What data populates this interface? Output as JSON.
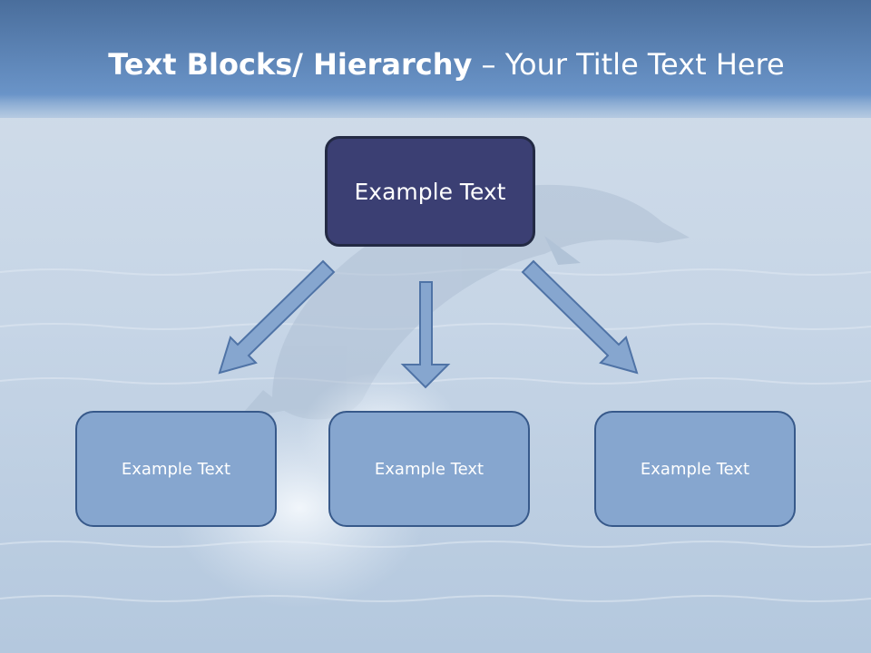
{
  "title": {
    "bold_part": "Text Blocks/ Hierarchy",
    "separator": " – ",
    "normal_part": "Your Title Text Here"
  },
  "hierarchy": {
    "root": {
      "label": "Example Text"
    },
    "children": [
      {
        "label": "Example Text"
      },
      {
        "label": "Example Text"
      },
      {
        "label": "Example Text"
      }
    ]
  },
  "colors": {
    "title_band": "#5d86b8",
    "root_fill": "#3b3f73",
    "child_fill": "#86a6cf",
    "arrow_fill": "#86a6cf"
  }
}
